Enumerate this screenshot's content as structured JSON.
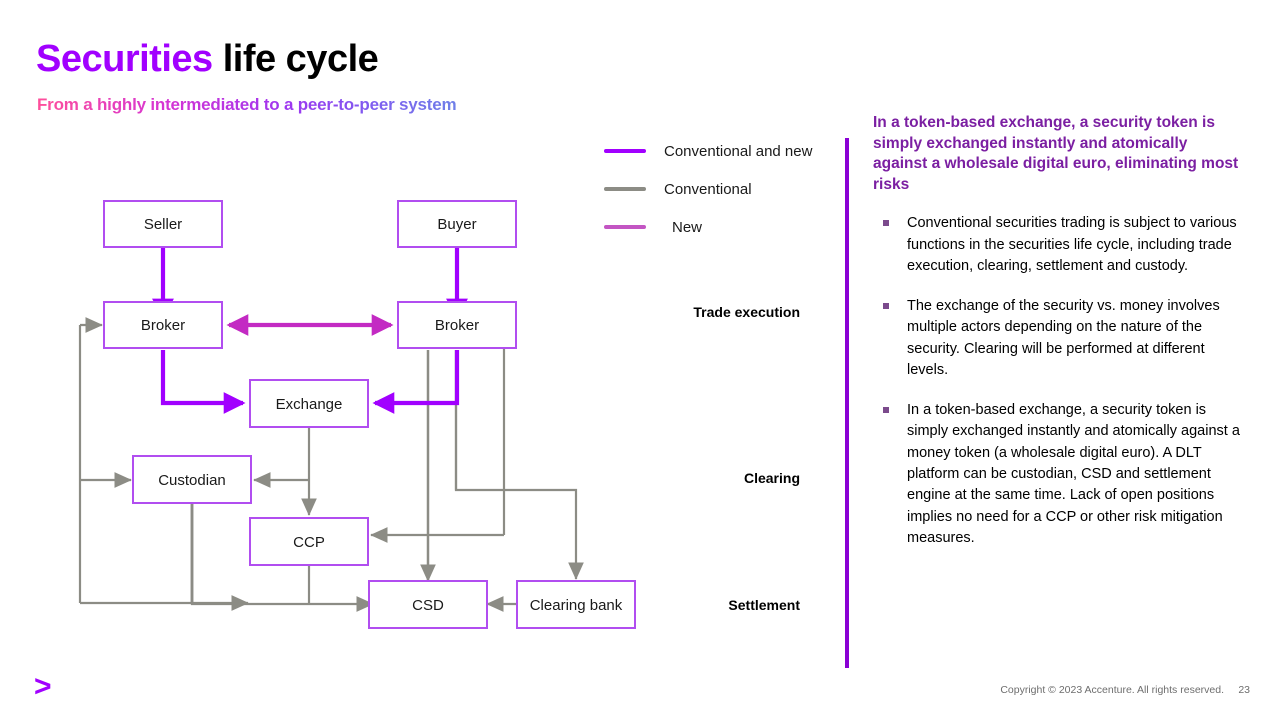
{
  "header": {
    "title_accent": "Securities",
    "title_rest": " life cycle",
    "subtitle": "From a highly intermediated to a peer-to-peer system"
  },
  "legend": {
    "items": [
      {
        "label": "Conventional and new",
        "color": "#a100ff"
      },
      {
        "label": "Conventional",
        "color": "#8c8c85"
      },
      {
        "label": "New",
        "color": "#c355c3"
      }
    ]
  },
  "diagram": {
    "nodes": [
      {
        "id": "seller",
        "label": "Seller"
      },
      {
        "id": "buyer",
        "label": "Buyer"
      },
      {
        "id": "broker-left",
        "label": "Broker"
      },
      {
        "id": "broker-right",
        "label": "Broker"
      },
      {
        "id": "exchange",
        "label": "Exchange"
      },
      {
        "id": "custodian",
        "label": "Custodian"
      },
      {
        "id": "ccp",
        "label": "CCP"
      },
      {
        "id": "csd",
        "label": "CSD"
      },
      {
        "id": "clearing-bank",
        "label": "Clearing bank"
      }
    ],
    "stage_labels": [
      "Trade execution",
      "Clearing",
      "Settlement"
    ]
  },
  "panel": {
    "heading": "In a token-based exchange, a security token is simply exchanged instantly and atomically against a wholesale digital euro, eliminating most risks",
    "bullets": [
      "Conventional securities trading is subject to various functions in the securities life cycle, including trade execution, clearing, settlement and custody.",
      "The exchange of the security vs. money involves multiple actors depending on the nature of the security. Clearing will be performed at different levels.",
      "In a token-based exchange, a security token is simply exchanged instantly and atomically against a money token (a wholesale digital euro). A DLT platform can be custodian, CSD and settlement engine at the same time. Lack of open positions implies no need for a CCP or other risk mitigation measures."
    ]
  },
  "footer": {
    "logo": ">",
    "copyright": "Copyright © 2023 Accenture. All rights reserved.",
    "page_number": "23"
  },
  "colors": {
    "brand_purple": "#a100ff",
    "heading_purple": "#7b1fa2",
    "box_border": "#b14ef0",
    "gray_line": "#8c8c85",
    "magenta_line": "#c32ac3"
  }
}
